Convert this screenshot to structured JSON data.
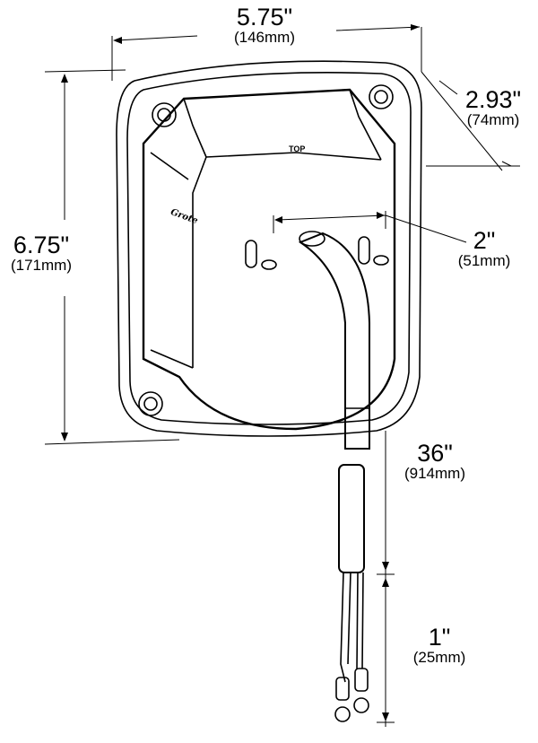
{
  "dimensions": {
    "width": {
      "inches": "5.75\"",
      "mm": "(146mm)"
    },
    "depth": {
      "inches": "2.93\"",
      "mm": "(74mm)"
    },
    "height": {
      "inches": "6.75\"",
      "mm": "(171mm)"
    },
    "stud_spacing": {
      "inches": "2\"",
      "mm": "(51mm)"
    },
    "cable_length": {
      "inches": "36\"",
      "mm": "(914mm)"
    },
    "lead_length": {
      "inches": "1\"",
      "mm": "(25mm)"
    }
  },
  "housing_label": "TOP",
  "embossed_logo_text": "Grote"
}
